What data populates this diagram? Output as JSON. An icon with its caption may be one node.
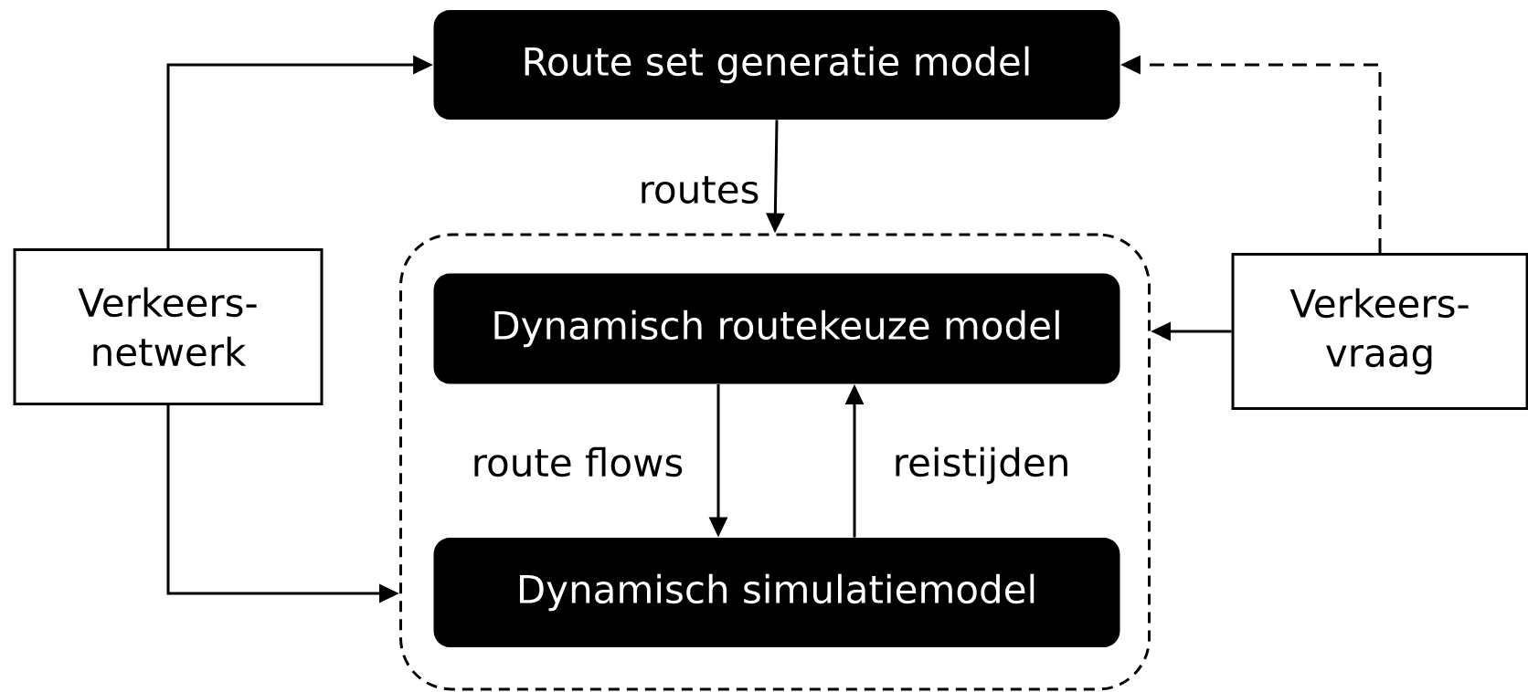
{
  "diagram": {
    "nodes": [
      {
        "text": [
          "Verkeers- netwerk"
        ]
      },
      {
        "text": [
          "Route set generatie model"
        ]
      },
      {
        "text": [],
        "shape": "box"
      },
      {
        "text": [
          "Dynamisch routekeuze model"
        ],
        "in": 2
      },
      {
        "text": [
          "Dynamisch simulatiemodel"
        ],
        "in": 2
      },
      {
        "text": [
          "Verkeers- vraag"
        ]
      }
    ],
    "edges": [
      {
        "from": 0,
        "to": 1,
        "arrow": "to"
      },
      {
        "from": 0,
        "to": 2,
        "arrow": "to"
      },
      {
        "from": 5,
        "to": 1,
        "arrow": "to",
        "style": "dashed"
      },
      {
        "from": 5,
        "to": 2,
        "arrow": "to"
      },
      {
        "from": 1,
        "to": 2,
        "arrow": "to",
        "label": "routes"
      },
      {
        "from": 3,
        "to": 4,
        "arrow": "to",
        "label": "route flows"
      },
      {
        "from": 4,
        "to": 3,
        "arrow": "to",
        "label": "reistijden"
      }
    ]
  }
}
